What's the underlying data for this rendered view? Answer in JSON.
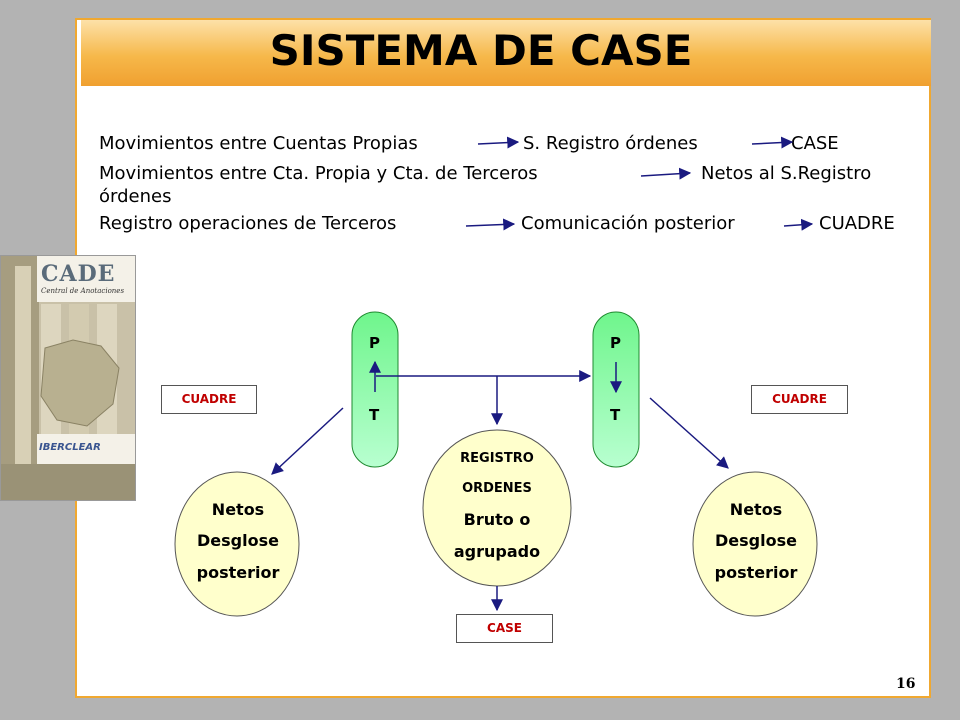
{
  "title": "SISTEMA DE CASE",
  "lines": [
    {
      "a": "Movimientos entre Cuentas Propias",
      "b": "S. Registro órdenes",
      "c": "CASE"
    },
    {
      "a": "Movimientos entre Cta. Propia y Cta. de Terceros",
      "b": "Netos al S.Registro",
      "c": "órdenes"
    },
    {
      "a": "Registro operaciones de Terceros",
      "b": "Comunicación posterior",
      "c": "CUADRE"
    }
  ],
  "logo": {
    "name": "CADE",
    "subtitle": "Central de Anotaciones",
    "partner": "IBERCLEAR"
  },
  "diagram": {
    "left_cylinder": {
      "top": "P",
      "bottom": "T"
    },
    "right_cylinder": {
      "top": "P",
      "bottom": "T"
    },
    "box_left": "CUADRE",
    "box_right": "CUADRE",
    "box_bottom": "CASE",
    "center": {
      "line1": "REGISTRO",
      "line2": "ORDENES",
      "line3": "Bruto o",
      "line4": "agrupado"
    },
    "left_ellipse": {
      "line1": "Netos",
      "line2": "Desglose",
      "line3": "posterior"
    },
    "right_ellipse": {
      "line1": "Netos",
      "line2": "Desglose",
      "line3": "posterior"
    }
  },
  "page_number": "16",
  "colors": {
    "accent": "#f0a030",
    "arrow": "#1a1a80",
    "cylinder": "#40e060",
    "ellipse": "#ffffcc",
    "box_text": "#c00000"
  }
}
